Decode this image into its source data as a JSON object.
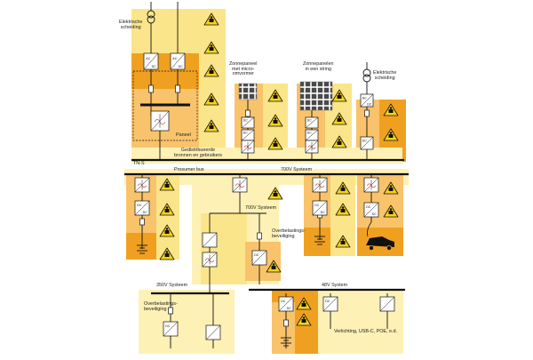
{
  "labels": {
    "isolation_left": "Elektrische\nscheiding",
    "isolation_right": "Elektrische\nscheiding",
    "pv_micro": "Zonnepaneel\nmet micro-\nomvormer",
    "pv_string": "Zonnepanelen\nin een string",
    "panel": "Paneel",
    "distributed": "Gedistribueerde\nbronnen en gebruikers",
    "tn_s": "TN-S",
    "prosumer_bus": "Prosumer bus",
    "sys700_top": "700V Systeem",
    "sys700_mid": "700V Systeem",
    "overload_mid": "Overbelastings-\nbeveiliging",
    "sys350": "350V Systeem",
    "overload_low": "Overbelastings-\nbeveiliging",
    "sys48": "48V System",
    "lighting": "Verlichting, USB-C, POE, e.d."
  },
  "converters": {
    "ac": "AC",
    "dc": "DC"
  },
  "colors": {
    "orange_dark": "#f0a020",
    "orange_light": "#f9c36b",
    "yellow_light": "#fdf1b5",
    "yellow_mid": "#fbe58a",
    "bus": "#111111",
    "warning": "#f7d31a"
  },
  "icons": {
    "warning": "warning-triangle-icon",
    "car": "electric-car-icon",
    "battery": "battery-icon",
    "solar": "solar-panel-icon",
    "grid": "grid-connection-icon"
  }
}
